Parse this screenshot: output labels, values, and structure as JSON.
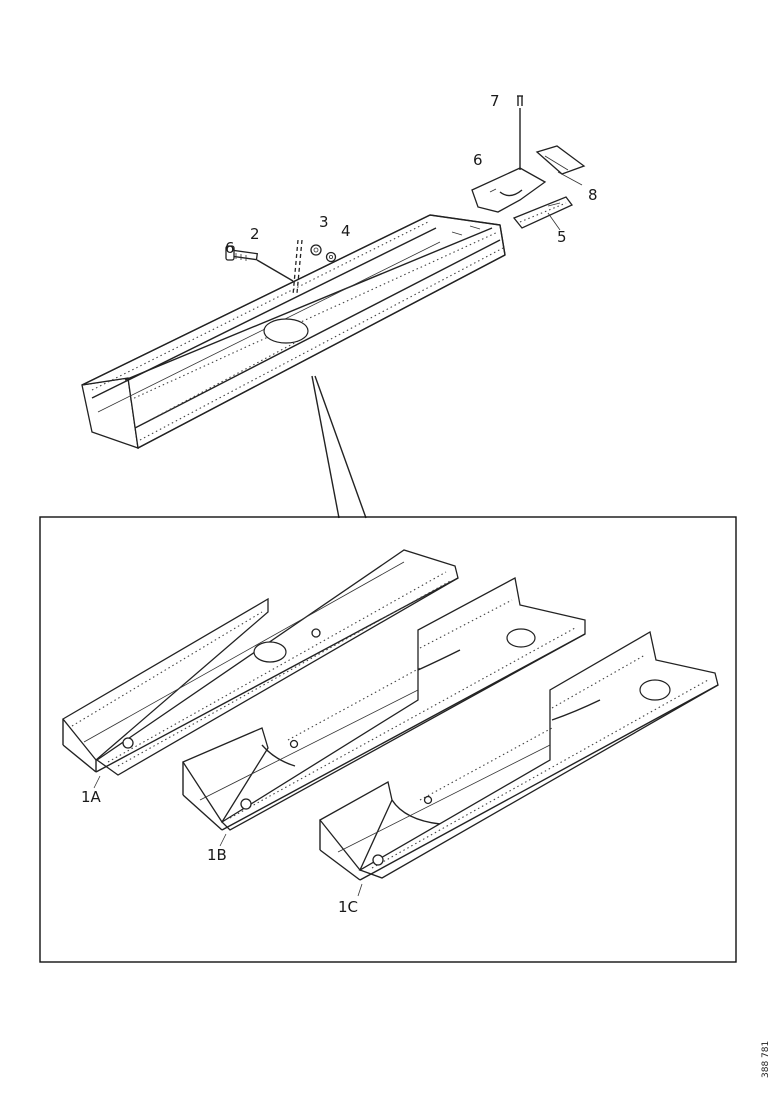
{
  "callouts": {
    "c2": "2",
    "c3": "3",
    "c4": "4",
    "c5": "5",
    "c6": "6",
    "c7": "7",
    "c8": "8",
    "c1a": "1A",
    "c1b": "1B",
    "c1c": "1C"
  },
  "reference_number": "388 781"
}
